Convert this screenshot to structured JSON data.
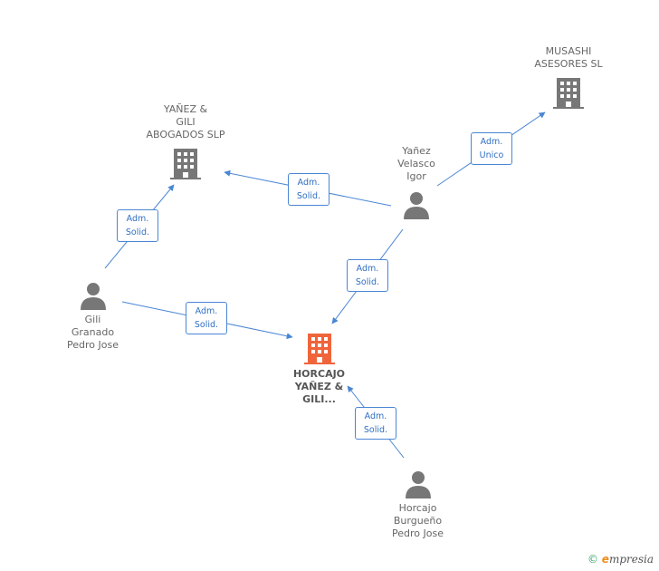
{
  "nodes": {
    "musashi": {
      "label": "MUSASHI\nASESORES SL",
      "type": "company"
    },
    "yanez_gili": {
      "label": "YAÑEZ &\nGILI\nABOGADOS SLP",
      "type": "company"
    },
    "yanez_velasco": {
      "label": "Yañez\nVelasco\nIgor",
      "type": "person"
    },
    "gili_granado": {
      "label": "Gili\nGranado\nPedro Jose",
      "type": "person"
    },
    "horcajo_main": {
      "label": "HORCAJO\nYAÑEZ &\nGILI...",
      "type": "company-main"
    },
    "horcajo_burgueno": {
      "label": "Horcajo\nBurgueño\nPedro Jose",
      "type": "person"
    }
  },
  "edges": [
    {
      "id": "e1",
      "label": "Adm.\nUnico"
    },
    {
      "id": "e2",
      "label": "Adm.\nSolid."
    },
    {
      "id": "e3",
      "label": "Adm.\nSolid."
    },
    {
      "id": "e4",
      "label": "Adm.\nSolid."
    },
    {
      "id": "e5",
      "label": "Adm.\nSolid."
    },
    {
      "id": "e6",
      "label": "Adm.\nSolid."
    }
  ],
  "colors": {
    "edge": "#4a86d4",
    "icon_gray": "#777777",
    "icon_main": "#f0643c"
  },
  "footer": {
    "copyright": "©",
    "brand_e": "e",
    "brand_rest": "mpresia"
  }
}
